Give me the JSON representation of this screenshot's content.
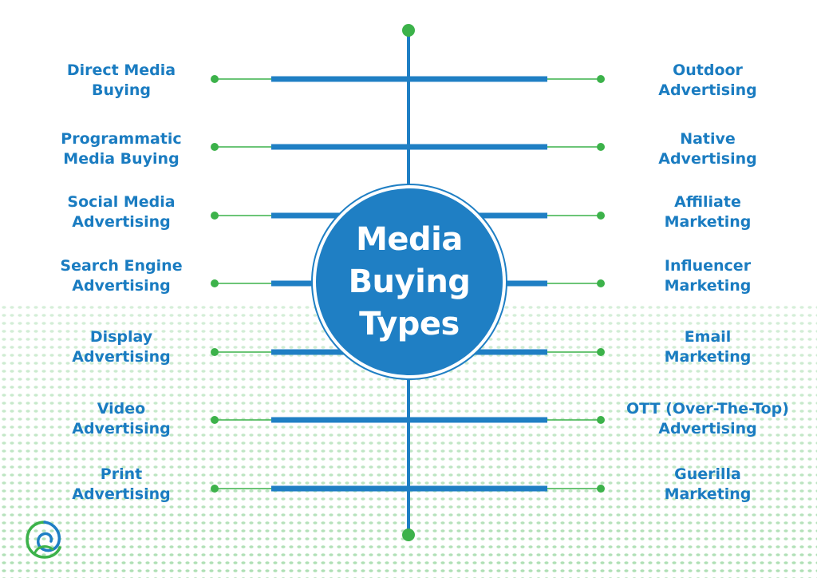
{
  "colors": {
    "primary_blue": "#1f7fc4",
    "label_blue": "#1a7cc1",
    "connector_green": "#3cb24a",
    "background": "#ffffff"
  },
  "center": {
    "line1": "Media",
    "line2": "Buying",
    "line3": "Types"
  },
  "left_items": [
    {
      "line1": "Direct Media",
      "line2": "Buying"
    },
    {
      "line1": "Programmatic",
      "line2": "Media Buying"
    },
    {
      "line1": "Social Media",
      "line2": "Advertising"
    },
    {
      "line1": "Search Engine",
      "line2": "Advertising"
    },
    {
      "line1": "Display",
      "line2": "Advertising"
    },
    {
      "line1": "Video",
      "line2": "Advertising"
    },
    {
      "line1": "Print",
      "line2": "Advertising"
    }
  ],
  "right_items": [
    {
      "line1": "Outdoor",
      "line2": "Advertising"
    },
    {
      "line1": "Native",
      "line2": "Advertising"
    },
    {
      "line1": "Affiliate",
      "line2": "Marketing"
    },
    {
      "line1": "Influencer",
      "line2": "Marketing"
    },
    {
      "line1": "Email",
      "line2": "Marketing"
    },
    {
      "line1": "OTT (Over-The-Top)",
      "line2": "Advertising"
    },
    {
      "line1": "Guerilla",
      "line2": "Marketing"
    }
  ],
  "logo": {
    "icon": "leaf-swirl-logo-icon"
  }
}
